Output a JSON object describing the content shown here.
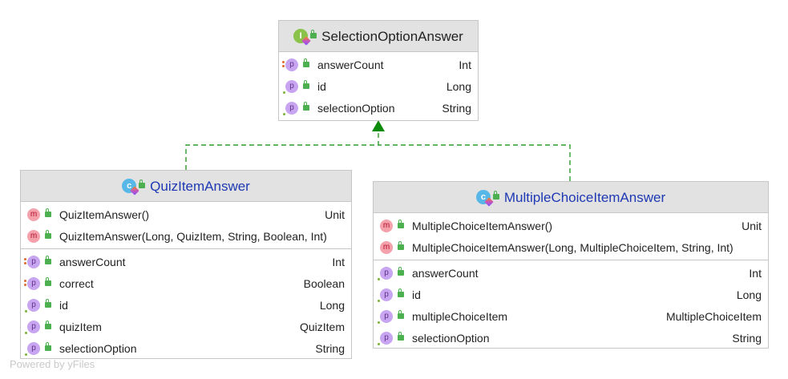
{
  "diagram": {
    "parent": {
      "title": "SelectionOptionAnswer",
      "kind_icon": "interface-icon",
      "properties": [
        {
          "icon": "property-icon",
          "name": "answerCount",
          "type": "Int"
        },
        {
          "icon": "property-icon",
          "name": "id",
          "type": "Long"
        },
        {
          "icon": "property-icon",
          "name": "selectionOption",
          "type": "String"
        }
      ]
    },
    "quiz_item_answer": {
      "title": "QuizItemAnswer",
      "kind_icon": "kotlin-class-icon",
      "methods": [
        {
          "icon": "method-icon",
          "name": "QuizItemAnswer()",
          "type": "Unit"
        },
        {
          "icon": "method-icon",
          "name": "QuizItemAnswer(Long, QuizItem, String, Boolean, Int)",
          "type": ""
        }
      ],
      "properties": [
        {
          "icon": "property-icon",
          "name": "answerCount",
          "type": "Int"
        },
        {
          "icon": "property-icon",
          "name": "correct",
          "type": "Boolean"
        },
        {
          "icon": "property-icon",
          "name": "id",
          "type": "Long"
        },
        {
          "icon": "property-icon",
          "name": "quizItem",
          "type": "QuizItem"
        },
        {
          "icon": "property-icon",
          "name": "selectionOption",
          "type": "String"
        }
      ]
    },
    "multiple_choice_item_answer": {
      "title": "MultipleChoiceItemAnswer",
      "kind_icon": "kotlin-class-icon",
      "methods": [
        {
          "icon": "method-icon",
          "name": "MultipleChoiceItemAnswer()",
          "type": "Unit"
        },
        {
          "icon": "method-icon",
          "name": "MultipleChoiceItemAnswer(Long, MultipleChoiceItem, String, Int)",
          "type": ""
        }
      ],
      "properties": [
        {
          "icon": "property-icon",
          "name": "answerCount",
          "type": "Int"
        },
        {
          "icon": "property-icon",
          "name": "id",
          "type": "Long"
        },
        {
          "icon": "property-icon",
          "name": "multipleChoiceItem",
          "type": "MultipleChoiceItem"
        },
        {
          "icon": "property-icon",
          "name": "selectionOption",
          "type": "String"
        }
      ]
    },
    "watermark": "Powered by yFiles",
    "colors": {
      "header_background": "#e2e2e2",
      "box_border": "#c7c7c7",
      "class_title": "#1f39b4",
      "interface_title": "#222222",
      "connector": "#2e9e2e",
      "method_icon": "#f4a1ac",
      "property_icon": "#c7a5f0",
      "lock_icon": "#4caf50"
    },
    "icons": {
      "method_letter": "m",
      "property_letter": "p",
      "interface_letter": "I",
      "class_letter": "c"
    }
  }
}
